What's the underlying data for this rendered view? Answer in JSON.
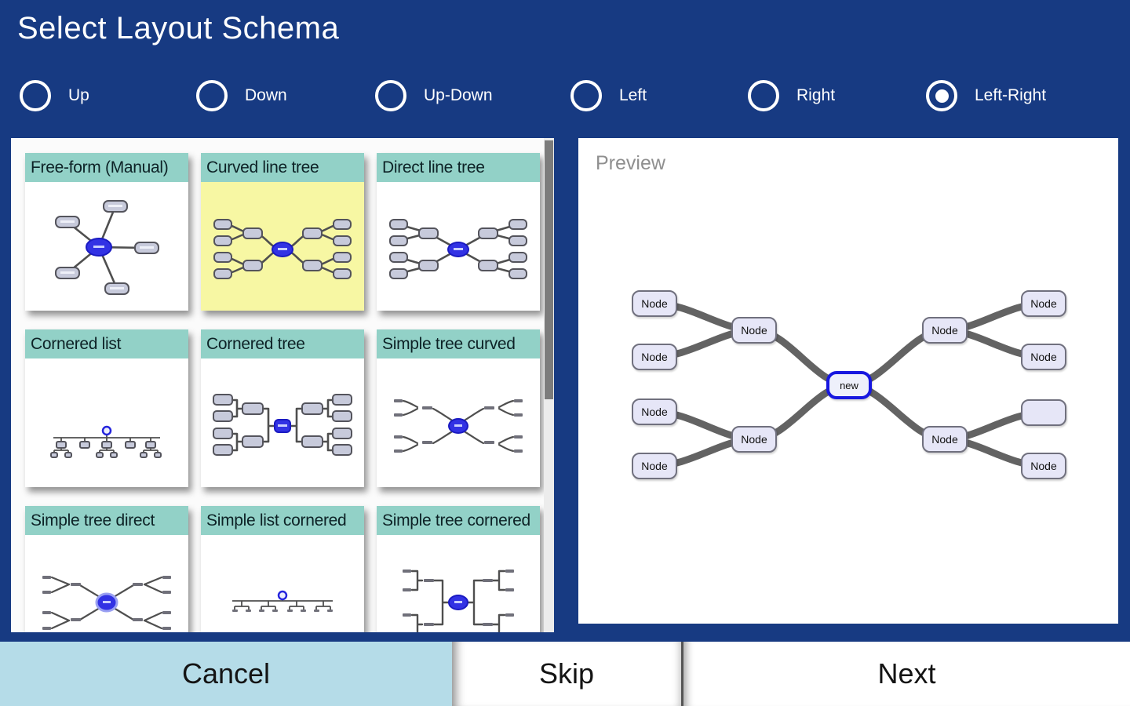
{
  "header": {
    "title": "Select Layout Schema"
  },
  "orientation_options": [
    {
      "label": "Up",
      "selected": false
    },
    {
      "label": "Down",
      "selected": false
    },
    {
      "label": "Up-Down",
      "selected": false
    },
    {
      "label": "Left",
      "selected": false
    },
    {
      "label": "Right",
      "selected": false
    },
    {
      "label": "Left-Right",
      "selected": true
    }
  ],
  "schemas": [
    {
      "label": "Free-form (Manual)",
      "selected": false
    },
    {
      "label": "Curved line tree",
      "selected": true
    },
    {
      "label": "Direct line tree",
      "selected": false
    },
    {
      "label": "Cornered list",
      "selected": false
    },
    {
      "label": "Cornered tree",
      "selected": false
    },
    {
      "label": "Simple tree curved",
      "selected": false
    },
    {
      "label": "Simple tree direct",
      "selected": false
    },
    {
      "label": "Simple list cornered",
      "selected": false
    },
    {
      "label": "Simple tree cornered",
      "selected": false
    }
  ],
  "preview": {
    "title": "Preview",
    "nodes": [
      {
        "id": "left-leaf-1",
        "label": "Node"
      },
      {
        "id": "left-leaf-2",
        "label": "Node"
      },
      {
        "id": "left-leaf-3",
        "label": "Node"
      },
      {
        "id": "left-leaf-4",
        "label": "Node"
      },
      {
        "id": "left-mid-top",
        "label": "Node"
      },
      {
        "id": "left-mid-bottom",
        "label": "Node"
      },
      {
        "id": "center",
        "label": "new"
      },
      {
        "id": "right-mid-top",
        "label": "Node"
      },
      {
        "id": "right-mid-bottom",
        "label": "Node"
      },
      {
        "id": "right-leaf-1",
        "label": "Node"
      },
      {
        "id": "right-leaf-2",
        "label": "Node"
      },
      {
        "id": "right-leaf-3",
        "label": ""
      },
      {
        "id": "right-leaf-4",
        "label": "Node"
      }
    ]
  },
  "footer": {
    "cancel_label": "Cancel",
    "skip_label": "Skip",
    "next_label": "Next"
  },
  "colors": {
    "header_bg": "#173a82",
    "tile_header_teal": "#92d1c7",
    "selected_tile_yellow": "#f7f7a3",
    "cancel_button_blue": "#b5dce8",
    "accent_node_blue": "#1717e0"
  }
}
